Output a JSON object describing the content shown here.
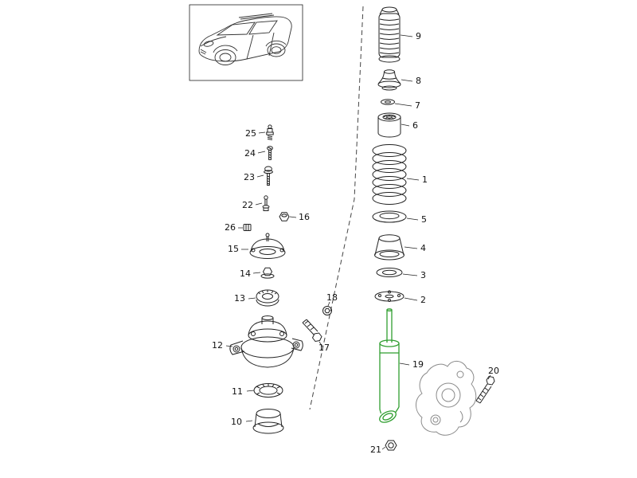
{
  "page": {
    "background": "#ffffff"
  },
  "diagram": {
    "type": "exploded-parts-diagram",
    "highlight_color": "#2f9e2f",
    "line_color": "#222222",
    "callouts": {
      "1": "1",
      "2": "2",
      "3": "3",
      "4": "4",
      "5": "5",
      "6": "6",
      "7": "7",
      "8": "8",
      "9": "9",
      "10": "10",
      "11": "11",
      "12": "12",
      "13": "13",
      "14": "14",
      "15": "15",
      "16": "16",
      "17": "17",
      "18": "18",
      "19": "19",
      "20": "20",
      "21": "21",
      "22": "22",
      "23": "23",
      "24": "24",
      "25": "25",
      "26": "26"
    }
  }
}
